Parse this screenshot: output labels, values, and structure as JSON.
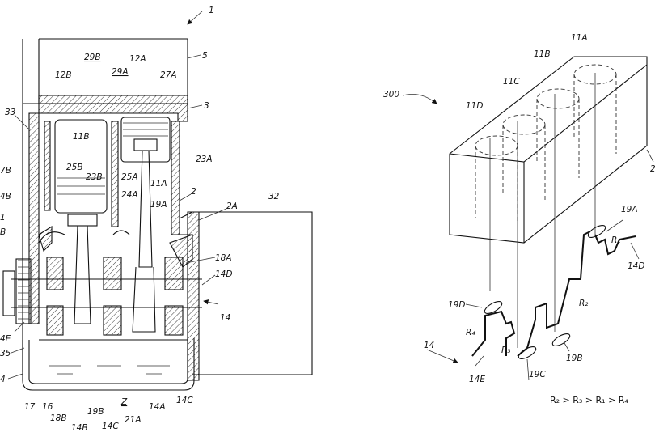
{
  "figure_left": {
    "ref_number": "1",
    "labels": [
      {
        "id": "5",
        "text": "5"
      },
      {
        "id": "3",
        "text": "3"
      },
      {
        "id": "29B",
        "text": "29B",
        "underline": true
      },
      {
        "id": "29A",
        "text": "29A",
        "underline": true
      },
      {
        "id": "12A",
        "text": "12A"
      },
      {
        "id": "12B",
        "text": "12B"
      },
      {
        "id": "27A",
        "text": "27A"
      },
      {
        "id": "33",
        "text": "33"
      },
      {
        "id": "11B",
        "text": "11B"
      },
      {
        "id": "23A",
        "text": "23A"
      },
      {
        "id": "27B",
        "text": "7B"
      },
      {
        "id": "25B",
        "text": "25B"
      },
      {
        "id": "23B",
        "text": "23B"
      },
      {
        "id": "25A",
        "text": "25A"
      },
      {
        "id": "11A",
        "text": "11A"
      },
      {
        "id": "24B",
        "text": "4B"
      },
      {
        "id": "24A",
        "text": "24A"
      },
      {
        "id": "2",
        "text": "2"
      },
      {
        "id": "19A",
        "text": "19A"
      },
      {
        "id": "2A",
        "text": "2A"
      },
      {
        "id": "32",
        "text": "32"
      },
      {
        "id": "l1",
        "text": "1"
      },
      {
        "id": "lB",
        "text": "B"
      },
      {
        "id": "18A",
        "text": "18A"
      },
      {
        "id": "14D",
        "text": "14D"
      },
      {
        "id": "14",
        "text": "14"
      },
      {
        "id": "14E",
        "text": "4E"
      },
      {
        "id": "35",
        "text": "35"
      },
      {
        "id": "l4",
        "text": "4"
      },
      {
        "id": "17",
        "text": "17"
      },
      {
        "id": "16",
        "text": "16"
      },
      {
        "id": "18B",
        "text": "18B"
      },
      {
        "id": "14B",
        "text": "14B"
      },
      {
        "id": "19B",
        "text": "19B"
      },
      {
        "id": "14C_a",
        "text": "14C"
      },
      {
        "id": "Z",
        "text": "Z",
        "underline": true
      },
      {
        "id": "21A",
        "text": "21A"
      },
      {
        "id": "14A",
        "text": "14A"
      },
      {
        "id": "14C_b",
        "text": "14C"
      }
    ]
  },
  "figure_right": {
    "ref_number": "300",
    "labels": [
      {
        "id": "11A",
        "text": "11A"
      },
      {
        "id": "11B",
        "text": "11B"
      },
      {
        "id": "11C",
        "text": "11C"
      },
      {
        "id": "11D",
        "text": "11D"
      },
      {
        "id": "r2",
        "text": "2"
      },
      {
        "id": "19A",
        "text": "19A"
      },
      {
        "id": "R1",
        "text": "R₁"
      },
      {
        "id": "14D",
        "text": "14D"
      },
      {
        "id": "R2",
        "text": "R₂"
      },
      {
        "id": "19D",
        "text": "19D"
      },
      {
        "id": "R4",
        "text": "R₄"
      },
      {
        "id": "R3",
        "text": "R₃"
      },
      {
        "id": "14",
        "text": "14"
      },
      {
        "id": "19B",
        "text": "19B"
      },
      {
        "id": "19C",
        "text": "19C"
      },
      {
        "id": "14E",
        "text": "14E"
      }
    ],
    "relation": "R₂ > R₃ > R₁ > R₄"
  }
}
